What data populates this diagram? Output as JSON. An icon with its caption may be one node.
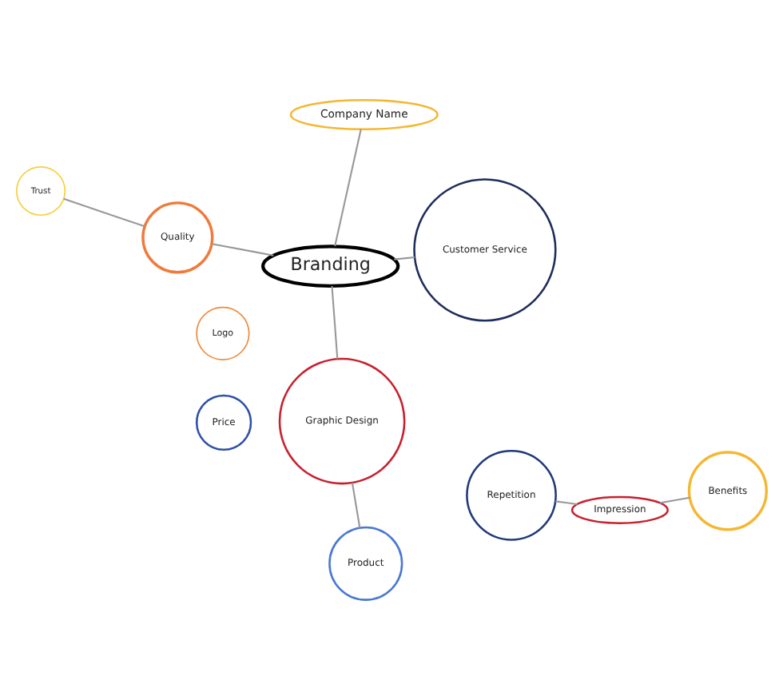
{
  "diagram": {
    "nodes": [
      {
        "text": [
          "Company Name"
        ]
      },
      {
        "text": [
          "Customer Service"
        ]
      },
      {
        "text": [
          "Product"
        ]
      },
      {
        "text": [
          "Trust"
        ]
      },
      {
        "text": [
          "Branding"
        ]
      },
      {
        "text": [
          "Graphic Design"
        ]
      },
      {
        "text": [
          "Logo"
        ]
      },
      {
        "text": [
          "Quality"
        ]
      },
      {
        "text": [
          "Repetition"
        ]
      },
      {
        "text": [
          "Benefits"
        ]
      },
      {
        "text": [
          "Impression"
        ]
      },
      {
        "text": [
          "Price"
        ]
      }
    ],
    "edges": [
      {
        "from": 1,
        "to": 4,
        "arrow": "none"
      },
      {
        "from": 0,
        "to": 4,
        "arrow": "none"
      },
      {
        "from": 2,
        "to": 5,
        "arrow": "none"
      },
      {
        "from": 4,
        "to": 5,
        "arrow": "none"
      },
      {
        "from": 3,
        "to": 7,
        "arrow": "none"
      },
      {
        "from": 7,
        "to": 4,
        "arrow": "none"
      },
      {
        "from": 9,
        "to": 10,
        "arrow": "none"
      },
      {
        "from": 10,
        "to": 8,
        "arrow": "none"
      }
    ]
  }
}
